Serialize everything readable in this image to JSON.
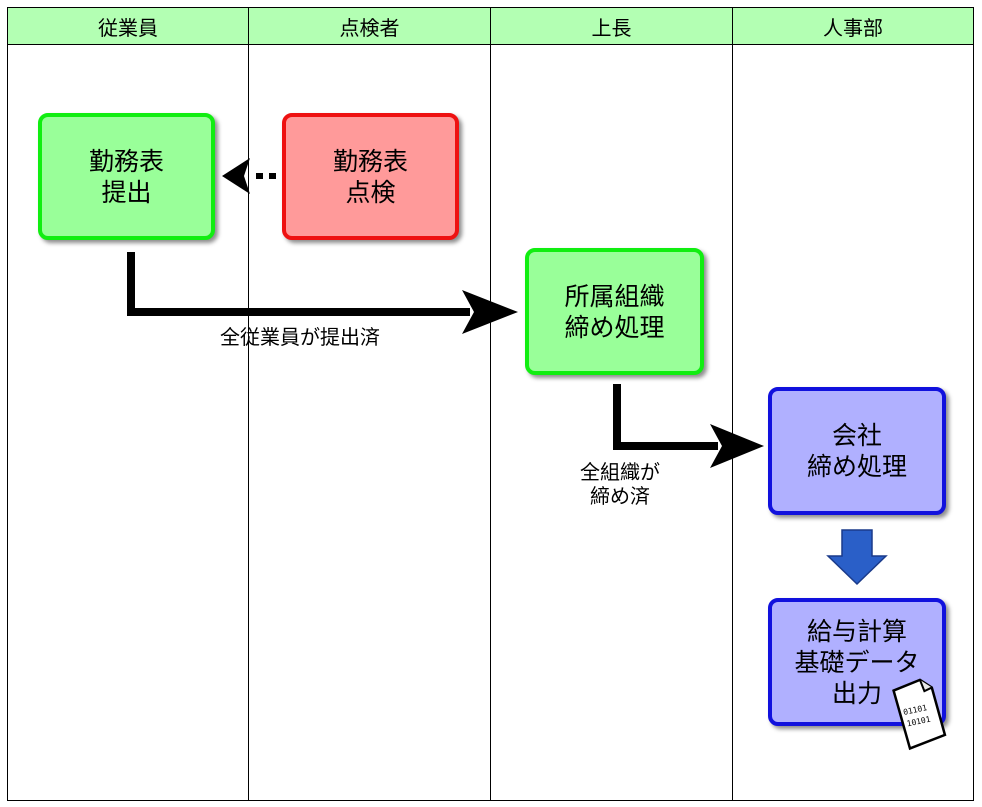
{
  "lanes": [
    "従業員",
    "点検者",
    "上長",
    "人事部"
  ],
  "nodes": {
    "timesheet_submit": "勤務表\n提出",
    "timesheet_check": "勤務表\n点検",
    "dept_close": "所属組織\n締め処理",
    "company_close": "会社\n締め処理",
    "payroll_output": "給与計算\n基礎データ\n出力"
  },
  "edge_labels": {
    "all_submitted": "全従業員が提出済",
    "all_closed": "全組織が\n締め済"
  },
  "file_icon": {
    "name": "binary-file-icon",
    "lines": [
      "01101",
      "10101"
    ]
  },
  "colors": {
    "lane_header": "#b3ffb3",
    "green_fill": "#99ff99",
    "green_border": "#11ee11",
    "red_fill": "#ff9a9a",
    "red_border": "#ee1111",
    "blue_fill": "#b0b0ff",
    "blue_border": "#1111dd",
    "down_arrow": "#2a5fc8"
  }
}
